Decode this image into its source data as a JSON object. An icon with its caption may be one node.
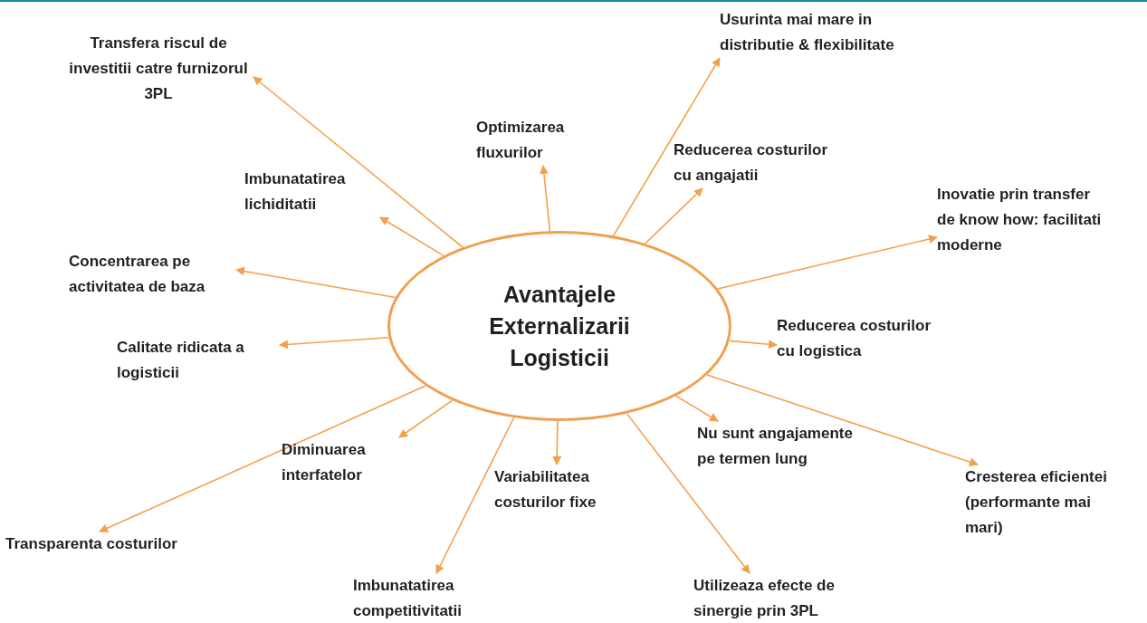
{
  "diagram": {
    "nodes": [
      {
        "text": [
          "Avantajele Externalizarii Logisticii"
        ]
      },
      {
        "text": [
          "Usurinta mai mare in distributie & flexibilitate"
        ]
      },
      {
        "text": [
          "Transfera riscul de investitii catre furnizorul 3PL"
        ]
      },
      {
        "text": [
          "Optimizarea fluxurilor"
        ]
      },
      {
        "text": [
          "Reducerea costurilor cu angajatii"
        ]
      },
      {
        "text": [
          "Imbunatatirea lichiditatii"
        ]
      },
      {
        "text": [
          "Inovatie prin transfer de know how: facilitati moderne"
        ]
      },
      {
        "text": [
          "Concentrarea pe activitatea de baza"
        ]
      },
      {
        "text": [
          "Reducerea costurilor cu logistica"
        ]
      },
      {
        "text": [
          "Calitate ridicata a logisticii"
        ]
      },
      {
        "text": [
          "Nu sunt angajamente pe termen lung"
        ]
      },
      {
        "text": [
          "Diminuarea interfatelor"
        ]
      },
      {
        "text": [
          "Cresterea eficientei (performante mai mari)"
        ]
      },
      {
        "text": [
          "Variabilitatea costurilor fixe"
        ]
      },
      {
        "text": [
          "Transparenta costurilor"
        ]
      },
      {
        "text": [
          "Imbunatatirea competitivitatii"
        ]
      },
      {
        "text": [
          "Utilizeaza efecte de sinergie prin 3PL"
        ]
      }
    ],
    "edges": [
      {
        "from": 0,
        "to": 1,
        "arrow": "to"
      },
      {
        "from": 0,
        "to": 2,
        "arrow": "to"
      },
      {
        "from": 0,
        "to": 3,
        "arrow": "to"
      },
      {
        "from": 0,
        "to": 4,
        "arrow": "to"
      },
      {
        "from": 0,
        "to": 5,
        "arrow": "to"
      },
      {
        "from": 0,
        "to": 6,
        "arrow": "to"
      },
      {
        "from": 0,
        "to": 7,
        "arrow": "to"
      },
      {
        "from": 0,
        "to": 8,
        "arrow": "to"
      },
      {
        "from": 0,
        "to": 9,
        "arrow": "to"
      },
      {
        "from": 0,
        "to": 10,
        "arrow": "to"
      },
      {
        "from": 0,
        "to": 11,
        "arrow": "to"
      },
      {
        "from": 0,
        "to": 12,
        "arrow": "to"
      },
      {
        "from": 0,
        "to": 13,
        "arrow": "to"
      },
      {
        "from": 0,
        "to": 14,
        "arrow": "to"
      },
      {
        "from": 0,
        "to": 15,
        "arrow": "to"
      },
      {
        "from": 0,
        "to": 16,
        "arrow": "to"
      }
    ]
  }
}
